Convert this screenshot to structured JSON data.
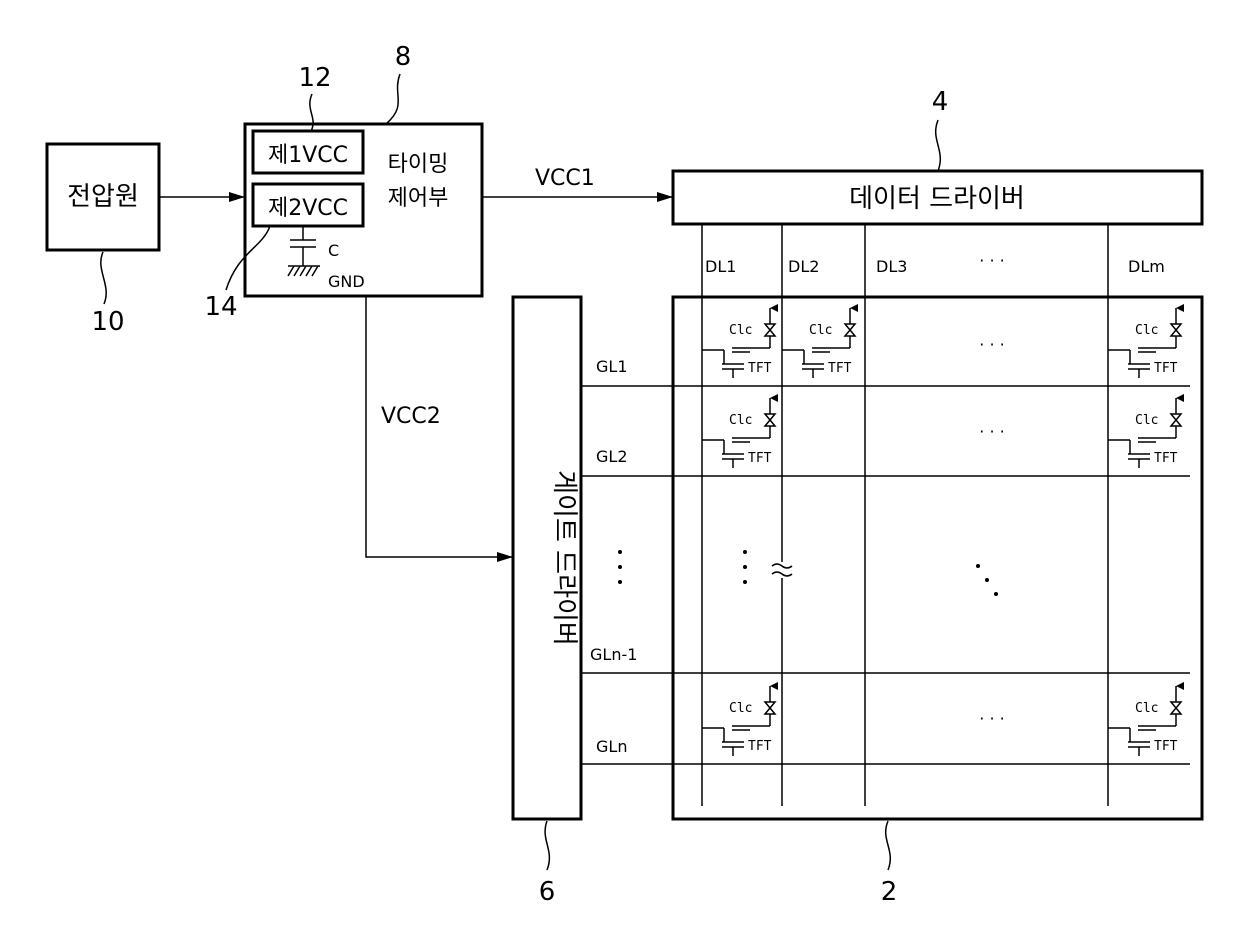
{
  "blocks": {
    "voltage_source": {
      "label": "전압원",
      "ref": "10"
    },
    "timing_controller": {
      "label_line1": "타이밍",
      "label_line2": "제어부",
      "ref": "8"
    },
    "first_vcc": {
      "label": "제1VCC",
      "ref": "12"
    },
    "second_vcc": {
      "label": "제2VCC",
      "ref": "14"
    },
    "data_driver": {
      "label": "데이터 드라이버",
      "ref": "4"
    },
    "gate_driver": {
      "label": "게이트 드라이버",
      "ref": "6"
    },
    "panel": {
      "ref": "2"
    }
  },
  "signals": {
    "vcc1": "VCC1",
    "vcc2": "VCC2",
    "capacitor": "C",
    "ground": "GND"
  },
  "data_lines": [
    "DL1",
    "DL2",
    "DL3",
    "DLm"
  ],
  "gate_lines": [
    "GL1",
    "GL2",
    "GLn-1",
    "GLn"
  ],
  "cell": {
    "clc": "Clc",
    "tft": "TFT"
  },
  "ellipsis": "· · ·"
}
